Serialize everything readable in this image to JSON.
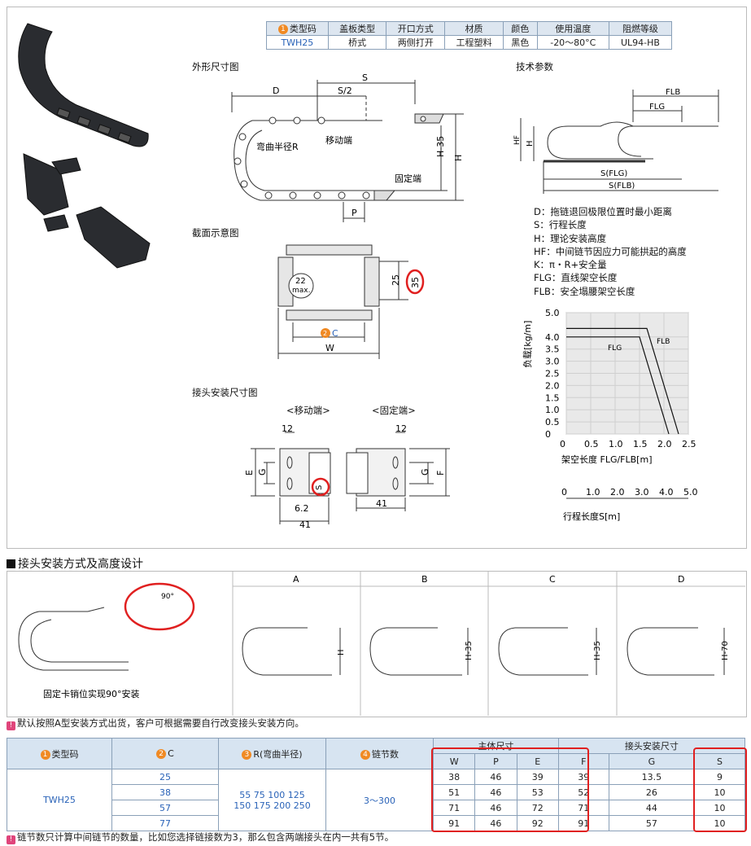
{
  "spec_table": {
    "headers": [
      "类型码",
      "盖板类型",
      "开口方式",
      "材质",
      "颜色",
      "使用温度",
      "阻燃等级"
    ],
    "header_num": "1",
    "row": [
      "TWH25",
      "桥式",
      "两侧打开",
      "工程塑料",
      "黑色",
      "-20～80°C",
      "UL94-HB"
    ]
  },
  "labels": {
    "outline": "外形尺寸图",
    "section": "截面示意图",
    "joint": "接头安装尺寸图",
    "tech": "技术参数",
    "moving_end": "<移动端>",
    "fixed_end": "<固定端>",
    "bend_radius": "弯曲半径R",
    "moving": "移动端",
    "fixed": "固定端"
  },
  "dims": {
    "S": "S",
    "D": "D",
    "S2": "S/2",
    "H": "H",
    "H35": "H-35",
    "P": "P",
    "d22": "22",
    "max": "max.",
    "d25": "25",
    "d35": "35",
    "C": "C",
    "C_num": "2",
    "W": "W",
    "d12a": "12",
    "d12b": "12",
    "E": "E",
    "G": "G",
    "F": "F",
    "G2": "G",
    "Smark": "S",
    "d62": "6.2",
    "d41a": "41",
    "d41b": "41",
    "FLB": "FLB",
    "FLG": "FLG",
    "HF": "HF",
    "H2": "H",
    "SFLG": "S(FLG)",
    "SFLB": "S(FLB)"
  },
  "legend": [
    "D：拖链退回极限位置时最小距离",
    "S：行程长度",
    "H：理论安装高度",
    "HF：中间链节因应力可能拱起的高度",
    "K：π・R+安全量",
    "FLG：直线架空长度",
    "FLB：安全塌腰架空长度"
  ],
  "chart_data": {
    "type": "line",
    "ylabel": "负载[kg/m]",
    "xlabel": "架空长度 FLG/FLB[m]",
    "x_ticks": [
      "0",
      "0.5",
      "1.0",
      "1.5",
      "2.0",
      "2.5"
    ],
    "y_ticks": [
      "0",
      "0.5",
      "1.0",
      "1.5",
      "2.0",
      "2.5",
      "3.0",
      "3.5",
      "4.0",
      "5.0"
    ],
    "series": [
      {
        "name": "FLG",
        "x": [
          0,
          1.5,
          2.1
        ],
        "y": [
          4.0,
          4.0,
          0
        ]
      },
      {
        "name": "FLB",
        "x": [
          0,
          1.65,
          2.3
        ],
        "y": [
          4.35,
          4.35,
          0
        ]
      }
    ],
    "stroke_axis_label": "行程长度S[m]",
    "stroke_ticks": [
      "0",
      "1.0",
      "2.0",
      "3.0",
      "4.0",
      "5.0"
    ]
  },
  "section2": {
    "title": "接头安装方式及高度设计",
    "caption": "固定卡销位实现90°安装",
    "deg": "90°",
    "cols": [
      "A",
      "B",
      "C",
      "D"
    ],
    "heights": [
      "H",
      "H-35",
      "H-35",
      "H-70"
    ]
  },
  "note1": "默认按照A型安装方式出货，客户可根据需要自行改变接头安装方向。",
  "note2": "链节数只计算中间链节的数量，比如您选择链接数为3，那么包含两端接头在内一共有5节。",
  "warn_mark": "!",
  "main_table": {
    "h_type": "类型码",
    "h_c": "C",
    "h_r": "R(弯曲半径)",
    "h_n": "链节数",
    "n_type": "1",
    "n_c": "2",
    "n_r": "3",
    "n_n": "4",
    "h_body": "主体尺寸",
    "h_joint": "接头安装尺寸",
    "sub": [
      "W",
      "P",
      "E",
      "F",
      "G",
      "S"
    ],
    "type": "TWH25",
    "r_line1": "55  75  100  125",
    "r_line2": "150  175  200  250",
    "links": "3～300",
    "rows": [
      {
        "c": "25",
        "W": "38",
        "P": "46",
        "E": "39",
        "F": "39",
        "G": "13.5",
        "S": "9"
      },
      {
        "c": "38",
        "W": "51",
        "P": "46",
        "E": "53",
        "F": "52",
        "G": "26",
        "S": "10"
      },
      {
        "c": "57",
        "W": "71",
        "P": "46",
        "E": "72",
        "F": "71",
        "G": "44",
        "S": "10"
      },
      {
        "c": "77",
        "W": "91",
        "P": "46",
        "E": "92",
        "F": "91",
        "G": "57",
        "S": "10"
      }
    ]
  },
  "colors": {
    "accent": "#f08a24",
    "header_bg": "#dde6f0",
    "blue": "#2a63b8",
    "red": "#e02020"
  }
}
